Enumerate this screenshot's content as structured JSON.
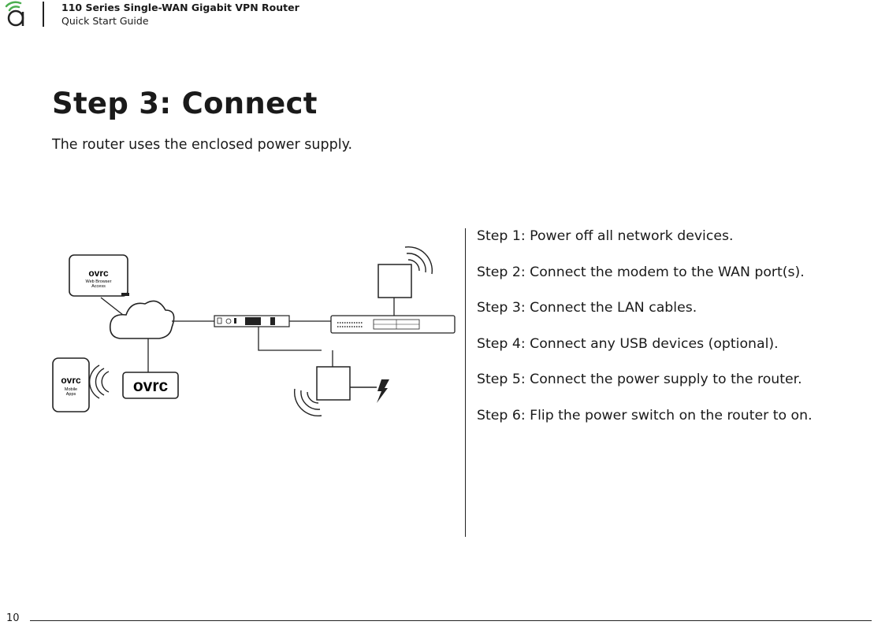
{
  "header": {
    "product_title": "110 Series Single-WAN Gigabit VPN Router",
    "guide_title": "Quick Start Guide"
  },
  "main": {
    "title": "Step 3: Connect",
    "subtitle": "The router uses the enclosed power supply.",
    "steps": [
      "Step 1: Power off all network devices.",
      "Step 2: Connect the modem to the WAN port(s).",
      "Step 3: Connect the LAN cables.",
      "Step 4: Connect any USB devices (optional).",
      "Step 5: Connect the power supply to the router.",
      "Step 6: Flip the power switch on the router to on."
    ]
  },
  "diagram": {
    "ovrc_logo_text": "ovrc",
    "web_browser_label_line1": "Web Browser",
    "web_browser_label_line2": "Access",
    "mobile_label_line1": "Mobile",
    "mobile_label_line2": "Apps"
  },
  "footer": {
    "page_number": "10"
  }
}
